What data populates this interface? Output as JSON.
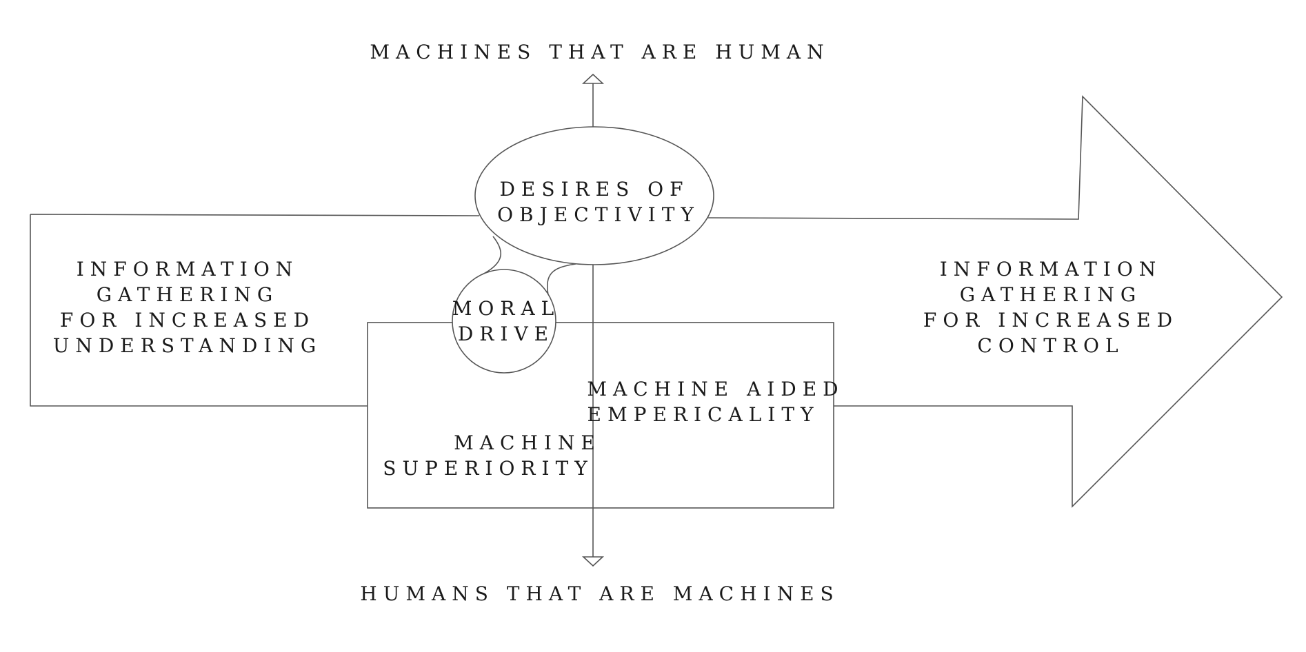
{
  "diagram": {
    "top_axis_label": "MACHINES THAT ARE HUMAN",
    "bottom_axis_label": "HUMANS THAT ARE MACHINES",
    "desires_of_objectivity": [
      "DESIRES OF",
      "OBJECTIVITY"
    ],
    "moral_drive": [
      "MORAL",
      "DRIVE"
    ],
    "left_label": [
      "INFORMATION",
      "GATHERING",
      "FOR INCREASED",
      "UNDERSTANDING"
    ],
    "right_label": [
      "INFORMATION",
      "GATHERING",
      "FOR INCREASED",
      "CONTROL"
    ],
    "machine_aided": [
      "MACHINE AIDED",
      "EMPERICALITY"
    ],
    "machine_superiority": [
      "MACHINE",
      "SUPERIORITY"
    ]
  },
  "colors": {
    "stroke": "#555555",
    "text": "#1a1a1a",
    "background": "#ffffff"
  }
}
